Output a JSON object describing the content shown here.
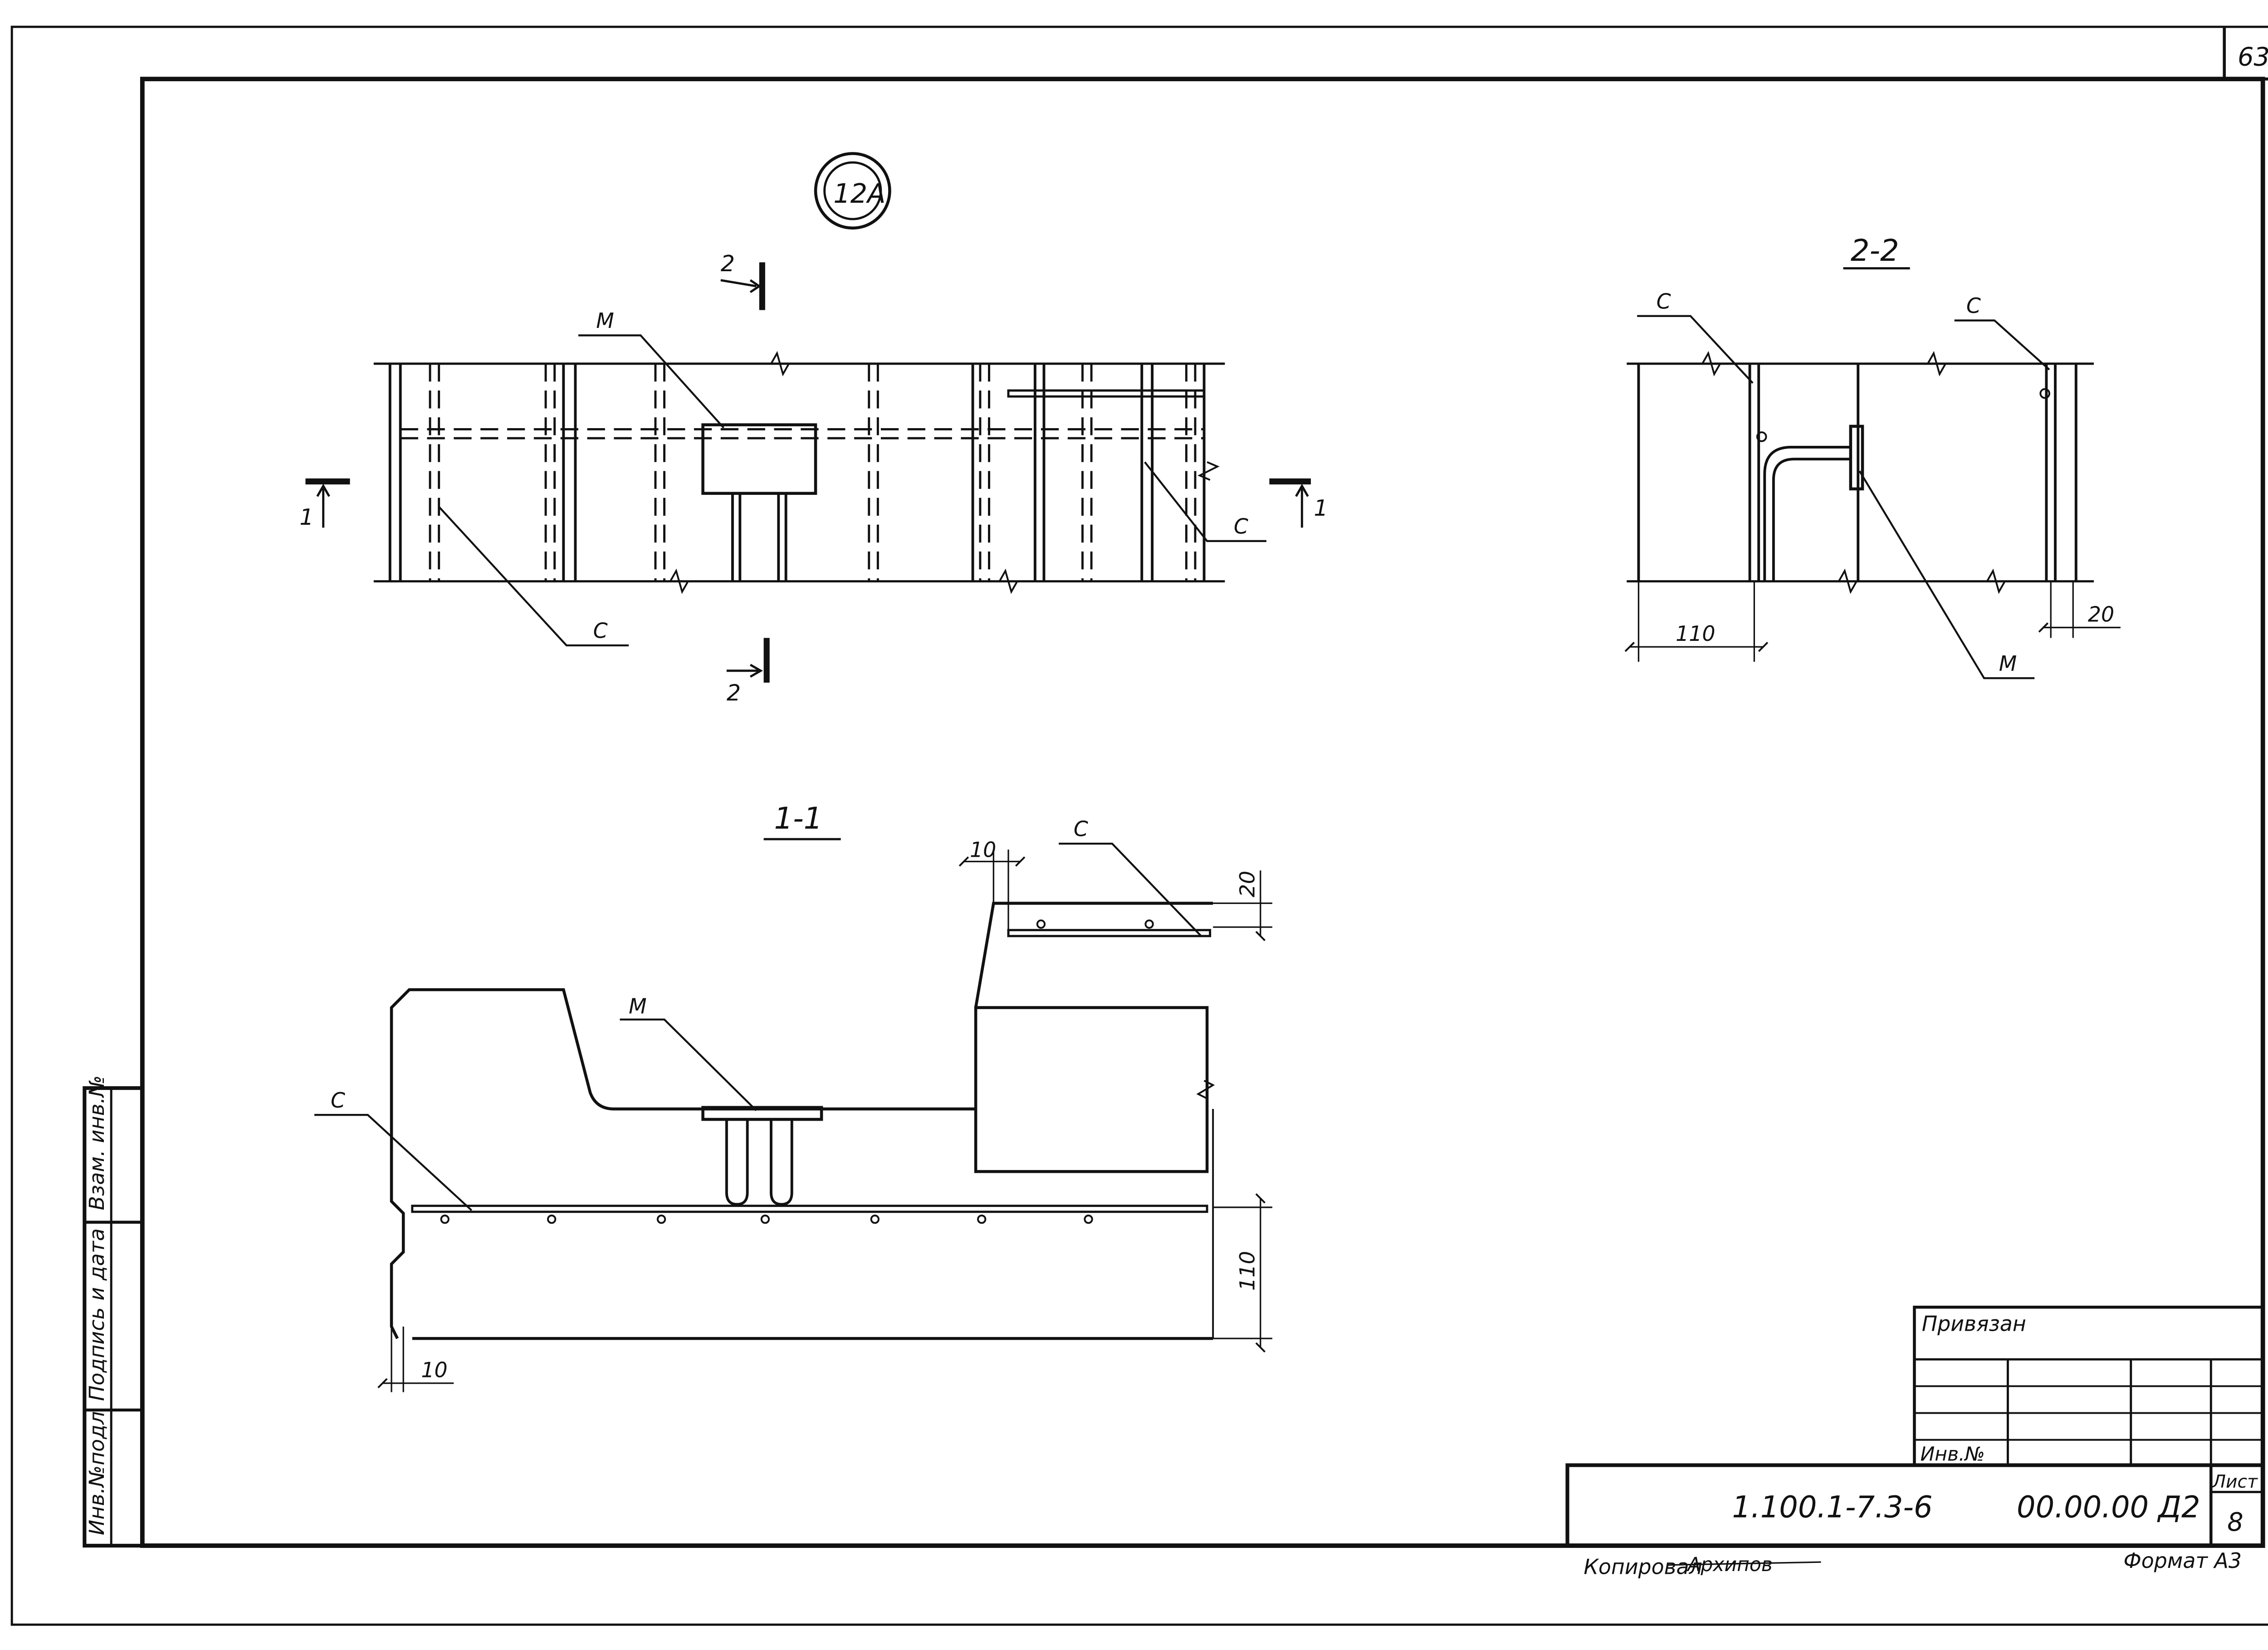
{
  "sheet_number": "63",
  "node_mark": "12А",
  "plan": {
    "section_mark_2_top": "2",
    "section_mark_2_bottom": "2",
    "section_mark_1_left": "1",
    "section_mark_1_right": "1",
    "label_m": "М",
    "label_c_left": "С",
    "label_c_right": "С"
  },
  "section_2_2": {
    "title": "2-2",
    "label_c_left": "С",
    "label_c_right": "С",
    "label_m": "М",
    "dim_left": "110",
    "dim_right": "20"
  },
  "section_1_1": {
    "title": "1-1",
    "label_c_top": "С",
    "label_c_bottom": "С",
    "label_m": "М",
    "dim_top_10": "10",
    "dim_top_20": "20",
    "dim_right_110": "110",
    "dim_bottom_10": "10"
  },
  "side_stamp": {
    "col1": "Взам. инв.№",
    "col2": "Подпись и дата",
    "col3": "Инв.№подл"
  },
  "title_block": {
    "bound_label": "Привязан",
    "inv_label": "Инв.№",
    "doc_code": "1.100.1-7.3-6",
    "drawing_code": "00.00.00 Д2",
    "sheet_label": "Лист",
    "sheet_value": "8",
    "copied_label": "Копировал",
    "copied_signature": "Архипов",
    "format_label": "Формат А3"
  }
}
